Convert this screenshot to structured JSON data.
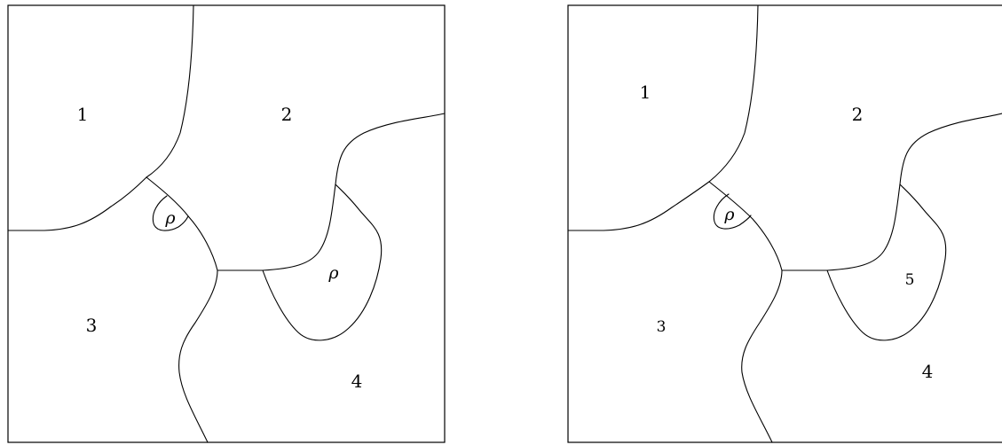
{
  "panels": [
    {
      "labels": {
        "region_1": "1",
        "region_2": "2",
        "region_3": "3",
        "region_4": "4",
        "rho_small": "ρ",
        "rho_large": "ρ"
      }
    },
    {
      "labels": {
        "region_1": "1",
        "region_2": "2",
        "region_3": "3",
        "region_4": "4",
        "rho_small": "ρ",
        "region_5": "5"
      }
    }
  ],
  "colors": {
    "line": "#000000",
    "background": "#ffffff"
  }
}
